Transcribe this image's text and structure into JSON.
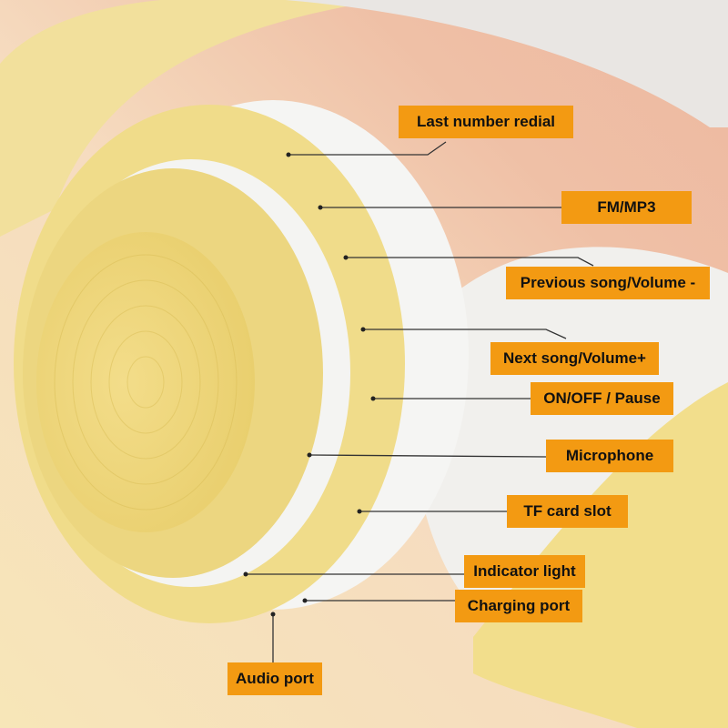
{
  "labels": {
    "last_number_redial": "Last number redial",
    "fm_mp3": "FM/MP3",
    "previous_song": "Previous song/Volume -",
    "next_song": "Next song/Volume+",
    "on_off": "ON/OFF / Pause",
    "microphone": "Microphone",
    "tf_card": "TF card slot",
    "indicator_light": "Indicator light",
    "charging_port": "Charging port",
    "audio_port": "Audio port"
  },
  "colors": {
    "label_bg": "#f39a12",
    "earcup": "#f3e19a",
    "cushion": "#f4f4f2"
  }
}
